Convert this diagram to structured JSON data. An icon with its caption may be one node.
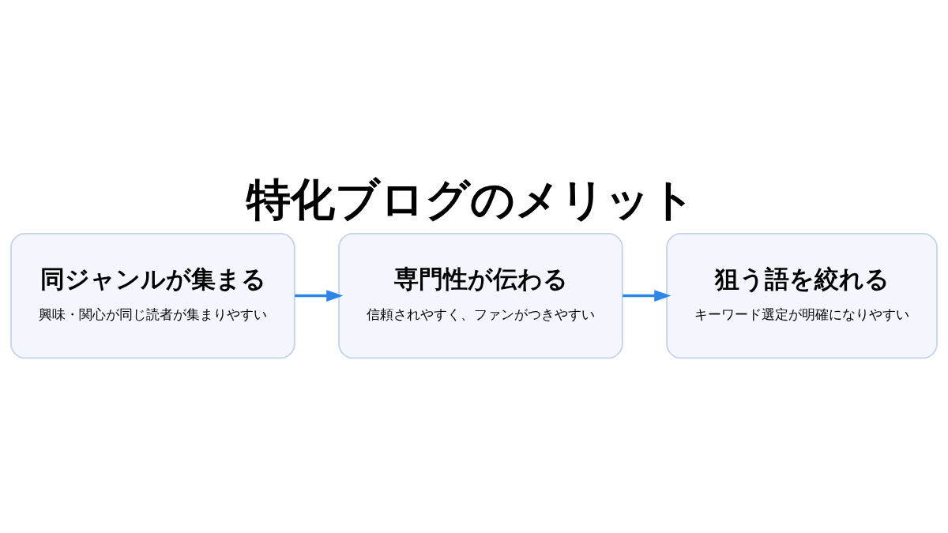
{
  "diagram": {
    "title": "特化ブログのメリット",
    "nodes": [
      {
        "text": [
          "同ジャンルが集まる",
          "興味・関心が同じ読者が集まりやすい"
        ]
      },
      {
        "text": [
          "専門性が伝わる",
          "信頼されやすく、ファンがつきやすい"
        ]
      },
      {
        "text": [
          "狙う語を絞れる",
          "キーワード選定が明確になりやすい"
        ]
      }
    ],
    "edges": [
      {
        "from": 0,
        "to": 1,
        "arrow": "to"
      },
      {
        "from": 1,
        "to": 2,
        "arrow": "to"
      }
    ]
  }
}
